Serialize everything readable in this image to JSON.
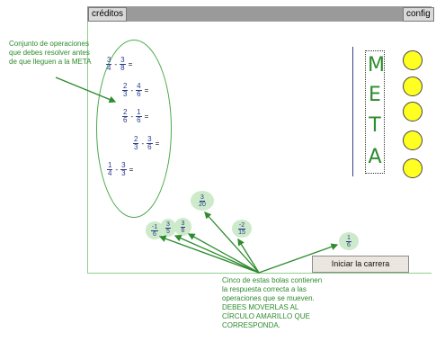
{
  "toolbar": {
    "credits_label": "créditos",
    "config_label": "config"
  },
  "annotations": {
    "top_left": "Conjunto de operaciones que debes resolver antes de que lleguen a la META",
    "bottom": "Cinco de estas bolas contienen la respuesta correcta a las operaciones que se mueven. DEBES MOVERLAS AL CÍRCULO AMARILLO QUE CORRESPONDA."
  },
  "operations": [
    {
      "a_n": "3",
      "a_d": "4",
      "op": "-",
      "b_n": "3",
      "b_d": "8",
      "eq": "="
    },
    {
      "a_n": "2",
      "a_d": "3",
      "op": "-",
      "b_n": "4",
      "b_d": "6",
      "eq": "="
    },
    {
      "a_n": "2",
      "a_d": "6",
      "op": "-",
      "b_n": "1",
      "b_d": "6",
      "eq": "="
    },
    {
      "a_n": "2",
      "a_d": "3",
      "op": "-",
      "b_n": "3",
      "b_d": "6",
      "eq": "="
    },
    {
      "a_n": "1",
      "a_d": "4",
      "op": "-",
      "b_n": "3",
      "b_d": "3",
      "eq": "="
    }
  ],
  "meta_letters": [
    "M",
    "E",
    "T",
    "A"
  ],
  "balls": [
    {
      "n": "3",
      "d": "20"
    },
    {
      "n": "-2",
      "d": "15"
    },
    {
      "n": "1",
      "d": "6"
    },
    {
      "n": "-1",
      "d": "6"
    },
    {
      "n": "3",
      "d": "5"
    },
    {
      "n": "3",
      "d": "6"
    }
  ],
  "start_button": "Iniciar la carrera",
  "colors": {
    "accent_green": "#2e8b2e",
    "yellow": "#ffff22",
    "ball": "#cdeacb"
  }
}
